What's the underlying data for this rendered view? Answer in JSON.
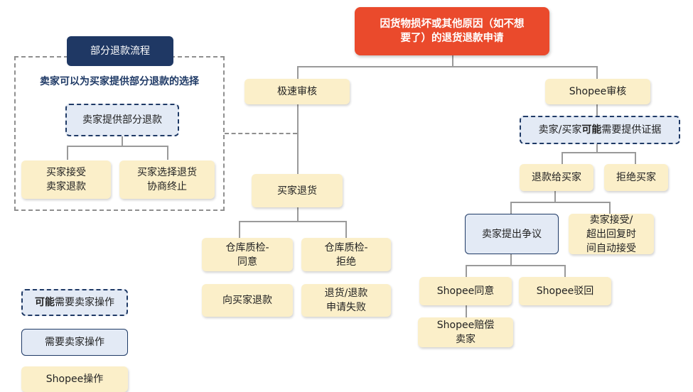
{
  "root": "因货物损坏或其他原因（如不想\n要了）的退货退款申请",
  "fast_review": "极速审核",
  "shopee_review": "Shopee审核",
  "evidence": {
    "pre": "卖家/买家",
    "bold": "可能",
    "post": "需要提供证据"
  },
  "refund_to_buyer": "退款给买家",
  "reject_buyer": "拒绝买家",
  "seller_dispute": "卖家提出争议",
  "buyer_accept_timeout": "卖家接受/\n超出回复时\n间自动接受",
  "shopee_agree": "Shopee同意",
  "shopee_reject": "Shopee驳回",
  "shopee_compensate": "Shopee赔偿\n卖家",
  "buyer_return": "买家退货",
  "warehouse_agree": "仓库质检-\n同意",
  "warehouse_reject": "仓库质检-\n拒绝",
  "refund_buyer": "向买家退款",
  "return_fail": "退货/退款\n申请失败",
  "partial": {
    "title": "部分退款流程",
    "subtitle": "卖家可以为买家提供部分退款的选择",
    "offer": "卖家提供部分退款",
    "buyer_accept": "买家接受\n卖家退款",
    "buyer_choose": "买家选择退货\n协商终止"
  },
  "legend": {
    "maybe": {
      "bold": "可能",
      "post": "需要卖家操作"
    },
    "need": "需要卖家操作",
    "shopee": "Shopee操作"
  }
}
